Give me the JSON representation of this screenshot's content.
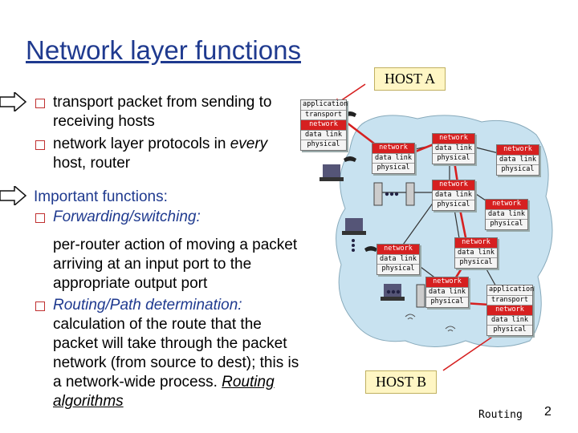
{
  "title": "Network layer functions",
  "bullets": {
    "b1": "transport packet from sending to receiving hosts",
    "b2_pre": "network layer protocols in ",
    "b2_ital": "every",
    "b2_post": " host, router",
    "heading": "Important functions:",
    "f1_label": "Forwarding/switching:",
    "f1_desc": "per-router action of moving a packet arriving at an input port to the appropriate output port",
    "f2_label": "Routing/Path determination:",
    "f2_desc": "calculation of the route that the packet will take through the packet network (from source to dest); this is a network-wide process. ",
    "f2_tail": "Routing algorithms"
  },
  "diagram": {
    "host_a": "HOST A",
    "host_b": "HOST B",
    "layers": {
      "application": "application",
      "transport": "transport",
      "network": "network",
      "datalink": "data link",
      "physical": "physical"
    }
  },
  "footer": {
    "left": "Routing",
    "page": "2"
  },
  "colors": {
    "title": "#1f3a8f",
    "accent": "#d62020",
    "cloud": "#c8e2f0",
    "bullet": "#c03030"
  }
}
